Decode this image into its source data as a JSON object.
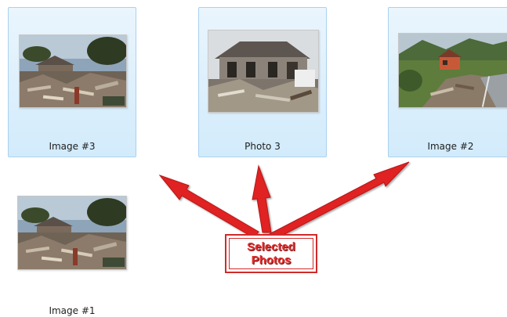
{
  "items": [
    {
      "label": "Image #3",
      "selected": true
    },
    {
      "label": "Photo 3",
      "selected": true
    },
    {
      "label": "Image #2",
      "selected": true
    },
    {
      "label": "Image #1",
      "selected": false
    }
  ],
  "callout": {
    "text": "Selected\nPhotos"
  },
  "colors": {
    "selection_fill": "#d2ebfb",
    "selection_border": "#a9d2f0",
    "annotation_red": "#e03030"
  }
}
